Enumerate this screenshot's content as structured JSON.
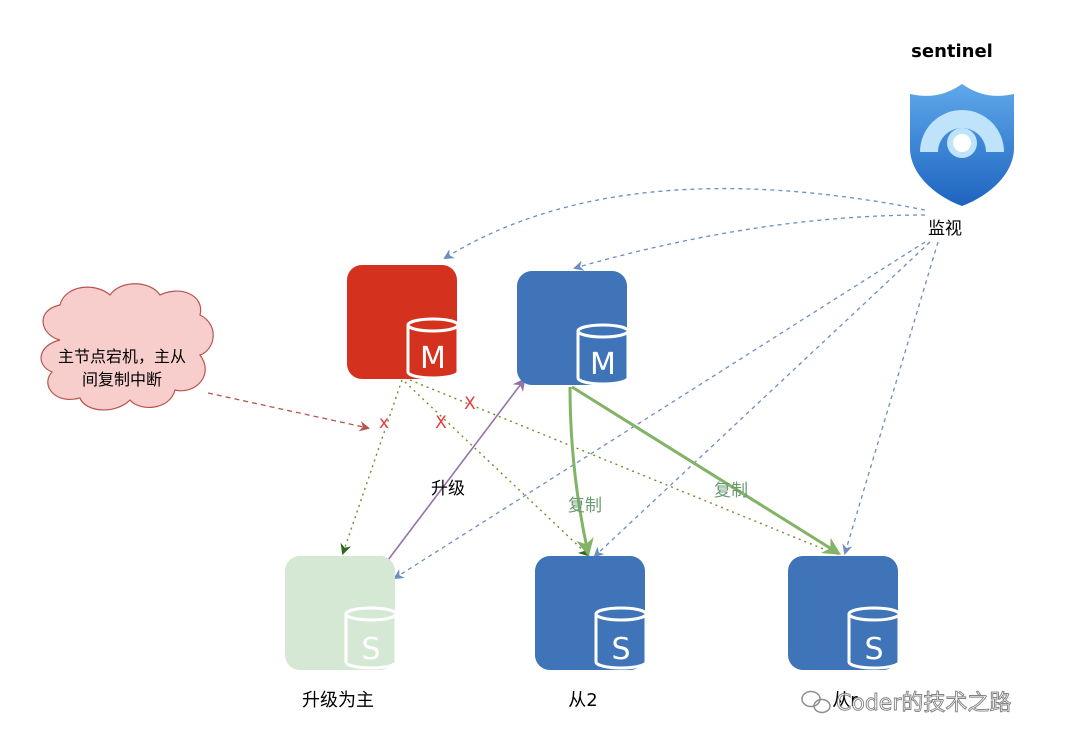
{
  "sentinel": {
    "title": "sentinel",
    "monitor_label": "监视"
  },
  "note": {
    "line1": "主节点宕机，主从",
    "line2": "间复制中断"
  },
  "nodes": {
    "old_master": {
      "letter": "M",
      "color": "#d4321f"
    },
    "new_master": {
      "letter": "M",
      "color": "#3f74b8"
    },
    "promoted_slave": {
      "letter": "S",
      "color": "#d5e8d4",
      "label": "升级为主"
    },
    "slave2": {
      "letter": "S",
      "color": "#3f74b8",
      "label": "从2"
    },
    "slave3": {
      "letter": "S",
      "color": "#3f74b8",
      "label": "从r"
    }
  },
  "edges": {
    "upgrade_label": "升级",
    "replicate_label_1": "复制",
    "replicate_label_2": "复制",
    "break_mark_1": "x",
    "break_mark_2": "X",
    "break_mark_3": "X"
  },
  "watermark": "Coder的技术之路",
  "colors": {
    "sentinel_blue": "#3f74b8",
    "dash_blue": "#6c8ebf",
    "fail_red": "#b85450",
    "replicate_green": "#82b366",
    "upgrade_purple": "#9673a6",
    "break_mark": "#e83b3b"
  }
}
